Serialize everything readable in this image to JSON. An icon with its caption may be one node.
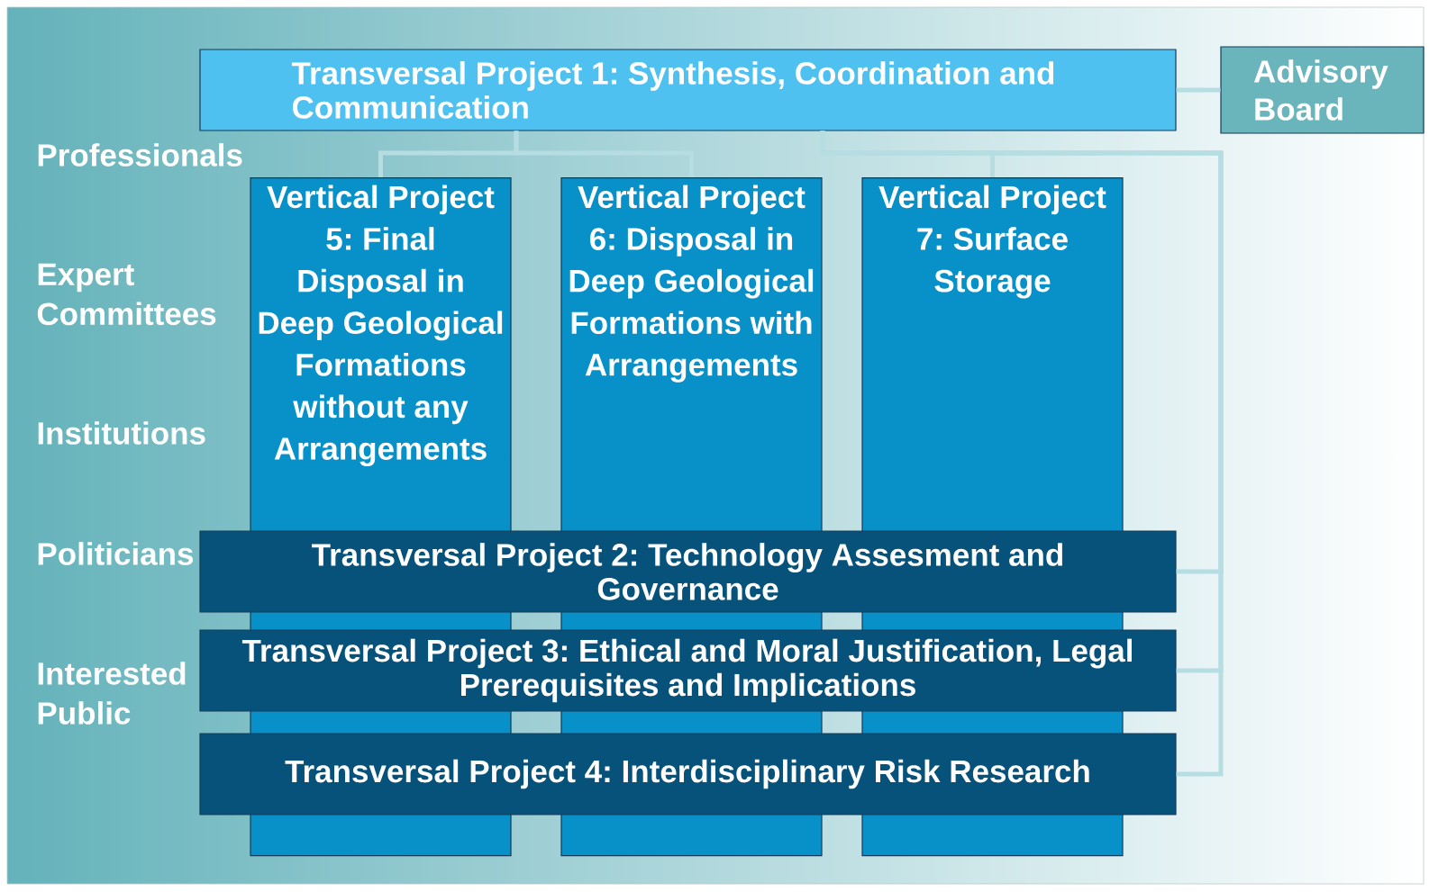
{
  "diagram": {
    "nodes": [
      {
        "text": [
          "Transversal Project 1: Synthesis, Coordination and Communication"
        ]
      },
      {
        "text": [
          "Advisory Board"
        ]
      },
      {
        "text": [
          "Vertical Project 5: Final Disposal in Deep Geological Formations without any Arrangements"
        ]
      },
      {
        "text": [
          "Vertical Project 6: Disposal in Deep Geological Formations with Arrangements"
        ]
      },
      {
        "text": [
          "Vertical Project 7: Surface Storage"
        ]
      },
      {
        "text": [
          "Transversal Project 2: Technology Assesment and Governance"
        ]
      },
      {
        "text": [
          "Transversal Project 3: Ethical and Moral Justification, Legal Prerequisites and Implications"
        ]
      },
      {
        "text": [
          "Transversal Project 4: Interdisciplinary Risk Research"
        ]
      }
    ],
    "edges": [
      {
        "from": 1,
        "to": 0,
        "arrow": "none"
      },
      {
        "from": 0,
        "to": 2,
        "arrow": "none"
      },
      {
        "from": 0,
        "to": 3,
        "arrow": "none"
      },
      {
        "from": 0,
        "to": 4,
        "arrow": "none"
      },
      {
        "from": 0,
        "to": 5,
        "arrow": "none"
      },
      {
        "from": 0,
        "to": 6,
        "arrow": "none"
      },
      {
        "from": 0,
        "to": 7,
        "arrow": "none"
      }
    ],
    "labels": [
      "Professionals",
      "Expert Committees",
      "Institutions",
      "Politicians",
      "Interested Public"
    ]
  }
}
